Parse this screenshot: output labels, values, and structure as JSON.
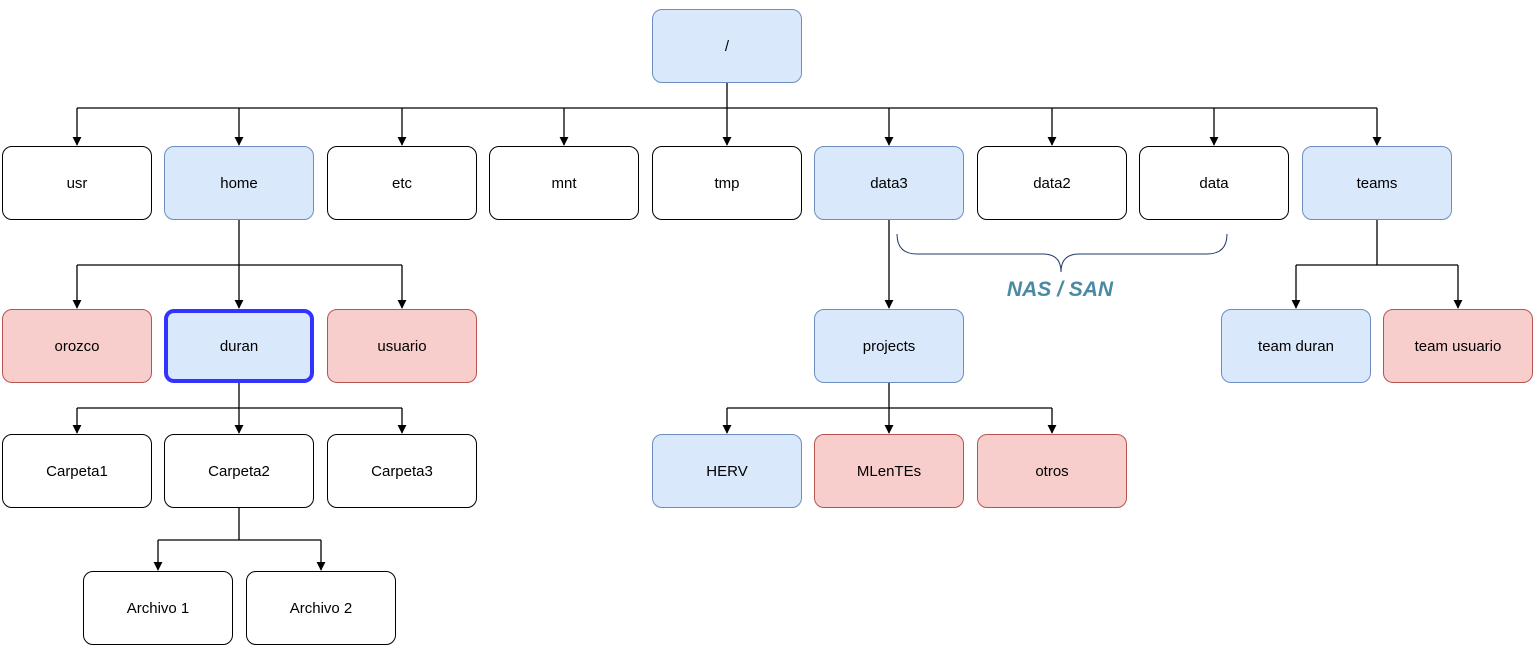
{
  "colors": {
    "blue_fill": "#dae8fc",
    "blue_stroke": "#6c8ebf",
    "red_fill": "#f8cecc",
    "red_stroke": "#b85450",
    "white_fill": "#ffffff",
    "edge": "#000000",
    "selection": "#3333ff",
    "brace": "#1f3b63",
    "annotation": "#4a8aa3"
  },
  "nodes": {
    "root": "/",
    "usr": "usr",
    "home": "home",
    "etc": "etc",
    "mnt": "mnt",
    "tmp": "tmp",
    "data3": "data3",
    "data2": "data2",
    "data": "data",
    "teams": "teams",
    "orozco": "orozco",
    "duran": "duran",
    "usuario": "usuario",
    "carpeta1": "Carpeta1",
    "carpeta2": "Carpeta2",
    "carpeta3": "Carpeta3",
    "archivo1": "Archivo 1",
    "archivo2": "Archivo 2",
    "projects": "projects",
    "herv": "HERV",
    "mlentes": "MLenTEs",
    "otros": "otros",
    "team_duran": "team duran",
    "team_usuario": "team usuario"
  },
  "annotation": "NAS / SAN"
}
